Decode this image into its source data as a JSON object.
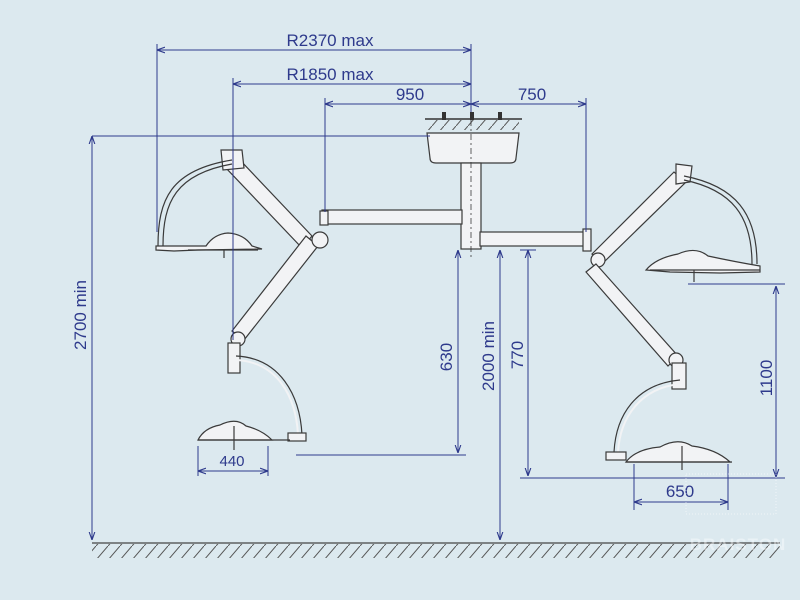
{
  "diagram": {
    "dimensions": {
      "r_max": "R2370 max",
      "r_min": "R1850 max",
      "left_arm": "950",
      "right_arm": "750",
      "room_height": "2700 min",
      "clearance": "2000 min",
      "drop_left": "630",
      "drop_right": "770",
      "right_height": "1100",
      "left_lamp_width": "440",
      "right_lamp_width": "650"
    },
    "watermark": "BRAISTON",
    "colors": {
      "background": "#dce9ef",
      "dimension_line": "#2e3a8c",
      "equipment_fill": "#f2f3f5",
      "equipment_stroke": "#3a3a3a"
    }
  }
}
